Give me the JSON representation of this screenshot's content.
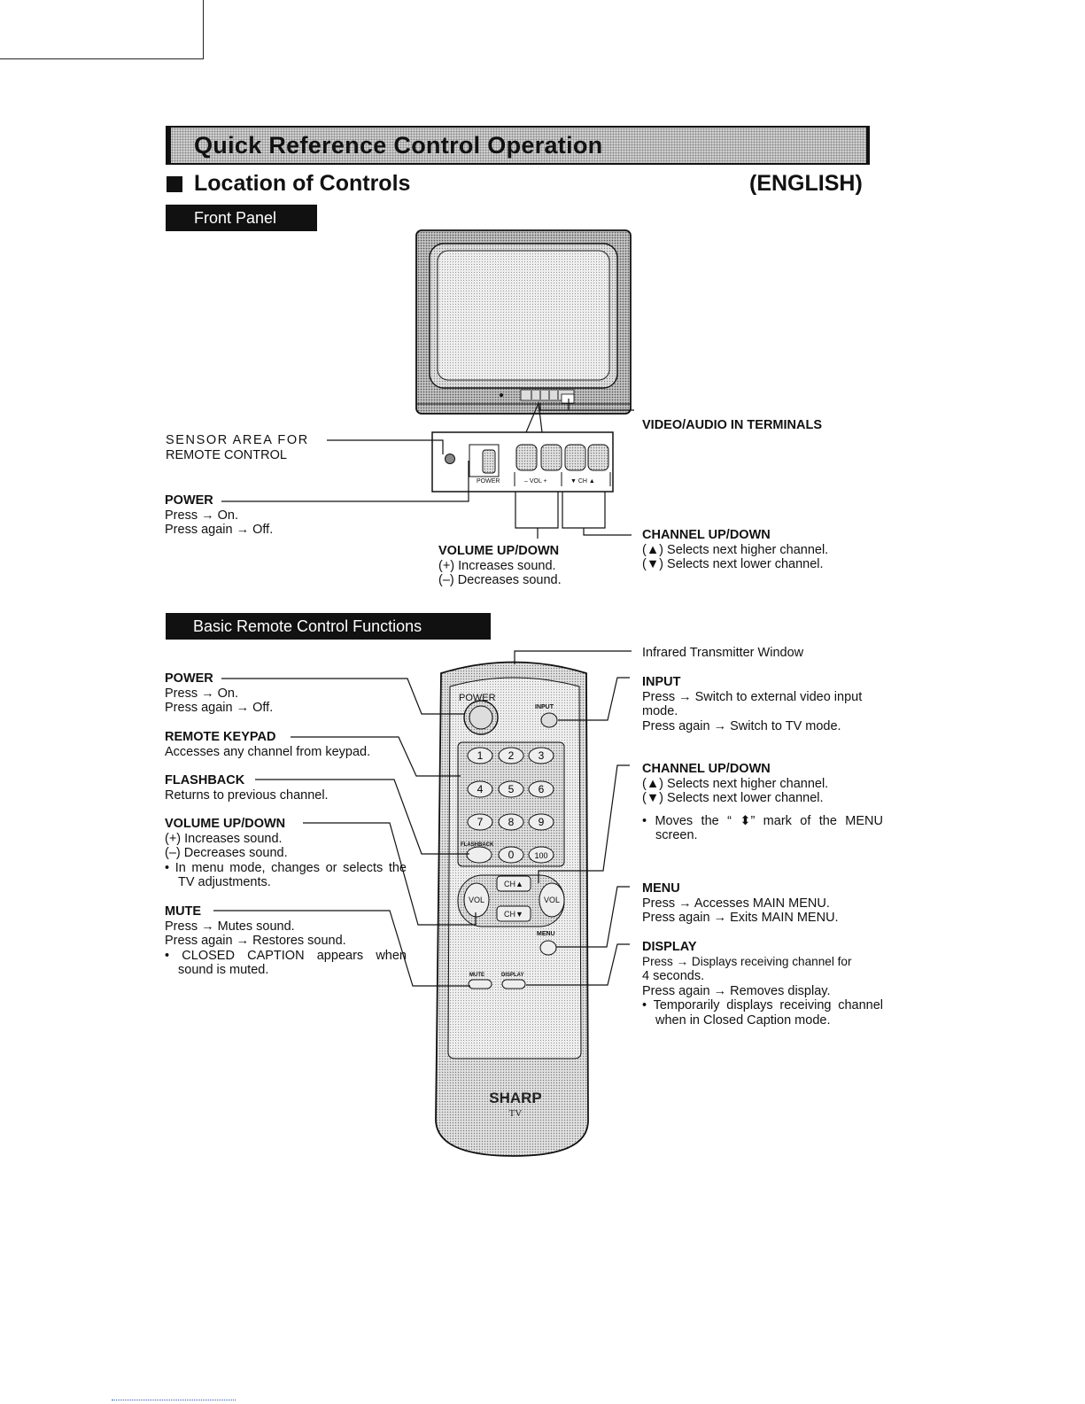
{
  "banner_title": "Quick Reference Control Operation",
  "section_title": "Location of Controls",
  "language": "(ENGLISH)",
  "front_panel": {
    "tag": "Front Panel",
    "tv_panel_labels": {
      "power": "POWER",
      "vol": "– VOL +",
      "ch": "▼ CH ▲"
    },
    "sensor": [
      "SENSOR AREA FOR",
      "REMOTE CONTROL"
    ],
    "power": {
      "title": "POWER",
      "lines": [
        "Press → On.",
        "Press again → Off."
      ]
    },
    "video_audio": "VIDEO/AUDIO IN TERMINALS",
    "volume": {
      "title": "VOLUME UP/DOWN",
      "lines": [
        "(+) Increases sound.",
        "(–) Decreases sound."
      ]
    },
    "channel": {
      "title": "CHANNEL UP/DOWN",
      "lines": [
        "(▲)  Selects next higher channel.",
        "(▼)  Selects next lower channel."
      ]
    }
  },
  "remote": {
    "tag": "Basic Remote Control Functions",
    "left": {
      "power": {
        "title": "POWER",
        "lines": [
          "Press → On.",
          "Press again → Off."
        ]
      },
      "keypad": {
        "title": "REMOTE KEYPAD",
        "lines": [
          "Accesses any channel from keypad."
        ]
      },
      "flashback": {
        "title": "FLASHBACK",
        "lines": [
          "Returns to previous channel."
        ]
      },
      "volume": {
        "title": "VOLUME UP/DOWN",
        "lines": [
          "(+) Increases sound.",
          "(–) Decreases sound."
        ],
        "bullet": "In menu mode, changes or selects the TV adjustments."
      },
      "mute": {
        "title": "MUTE",
        "lines": [
          "Press → Mutes sound.",
          "Press again → Restores sound."
        ],
        "bullet": "CLOSED CAPTION appears when sound is muted."
      }
    },
    "right": {
      "infrared": "Infrared Transmitter Window",
      "input": {
        "title": "INPUT",
        "lines": [
          "Press → Switch to external video input",
          "mode.",
          "Press again → Switch to TV mode."
        ]
      },
      "channel": {
        "title": "CHANNEL UP/DOWN",
        "lines": [
          "(▲) Selects next higher channel.",
          "(▼) Selects next lower channel."
        ],
        "bullet": "Moves the “ ⬍” mark of the MENU screen."
      },
      "menu": {
        "title": "MENU",
        "lines": [
          "Press → Accesses MAIN MENU.",
          "Press again → Exits MAIN MENU."
        ]
      },
      "display": {
        "title": "DISPLAY",
        "lines": [
          "Press → Displays receiving channel for",
          "4 seconds.",
          "Press again → Removes display."
        ],
        "bullet": "Temporarily displays receiving channel when in Closed Caption mode."
      }
    },
    "device_labels": {
      "power": "POWER",
      "input": "INPUT",
      "flashback": "FLASHBACK",
      "keys": [
        "1",
        "2",
        "3",
        "4",
        "5",
        "6",
        "7",
        "8",
        "9",
        "0",
        "100"
      ],
      "ch_up": "CH▲",
      "ch_down": "CH▼",
      "vol": "VOL",
      "menu": "MENU",
      "mute": "MUTE",
      "display": "DISPLAY",
      "brand": "SHARP",
      "brand_sub": "TV"
    }
  }
}
